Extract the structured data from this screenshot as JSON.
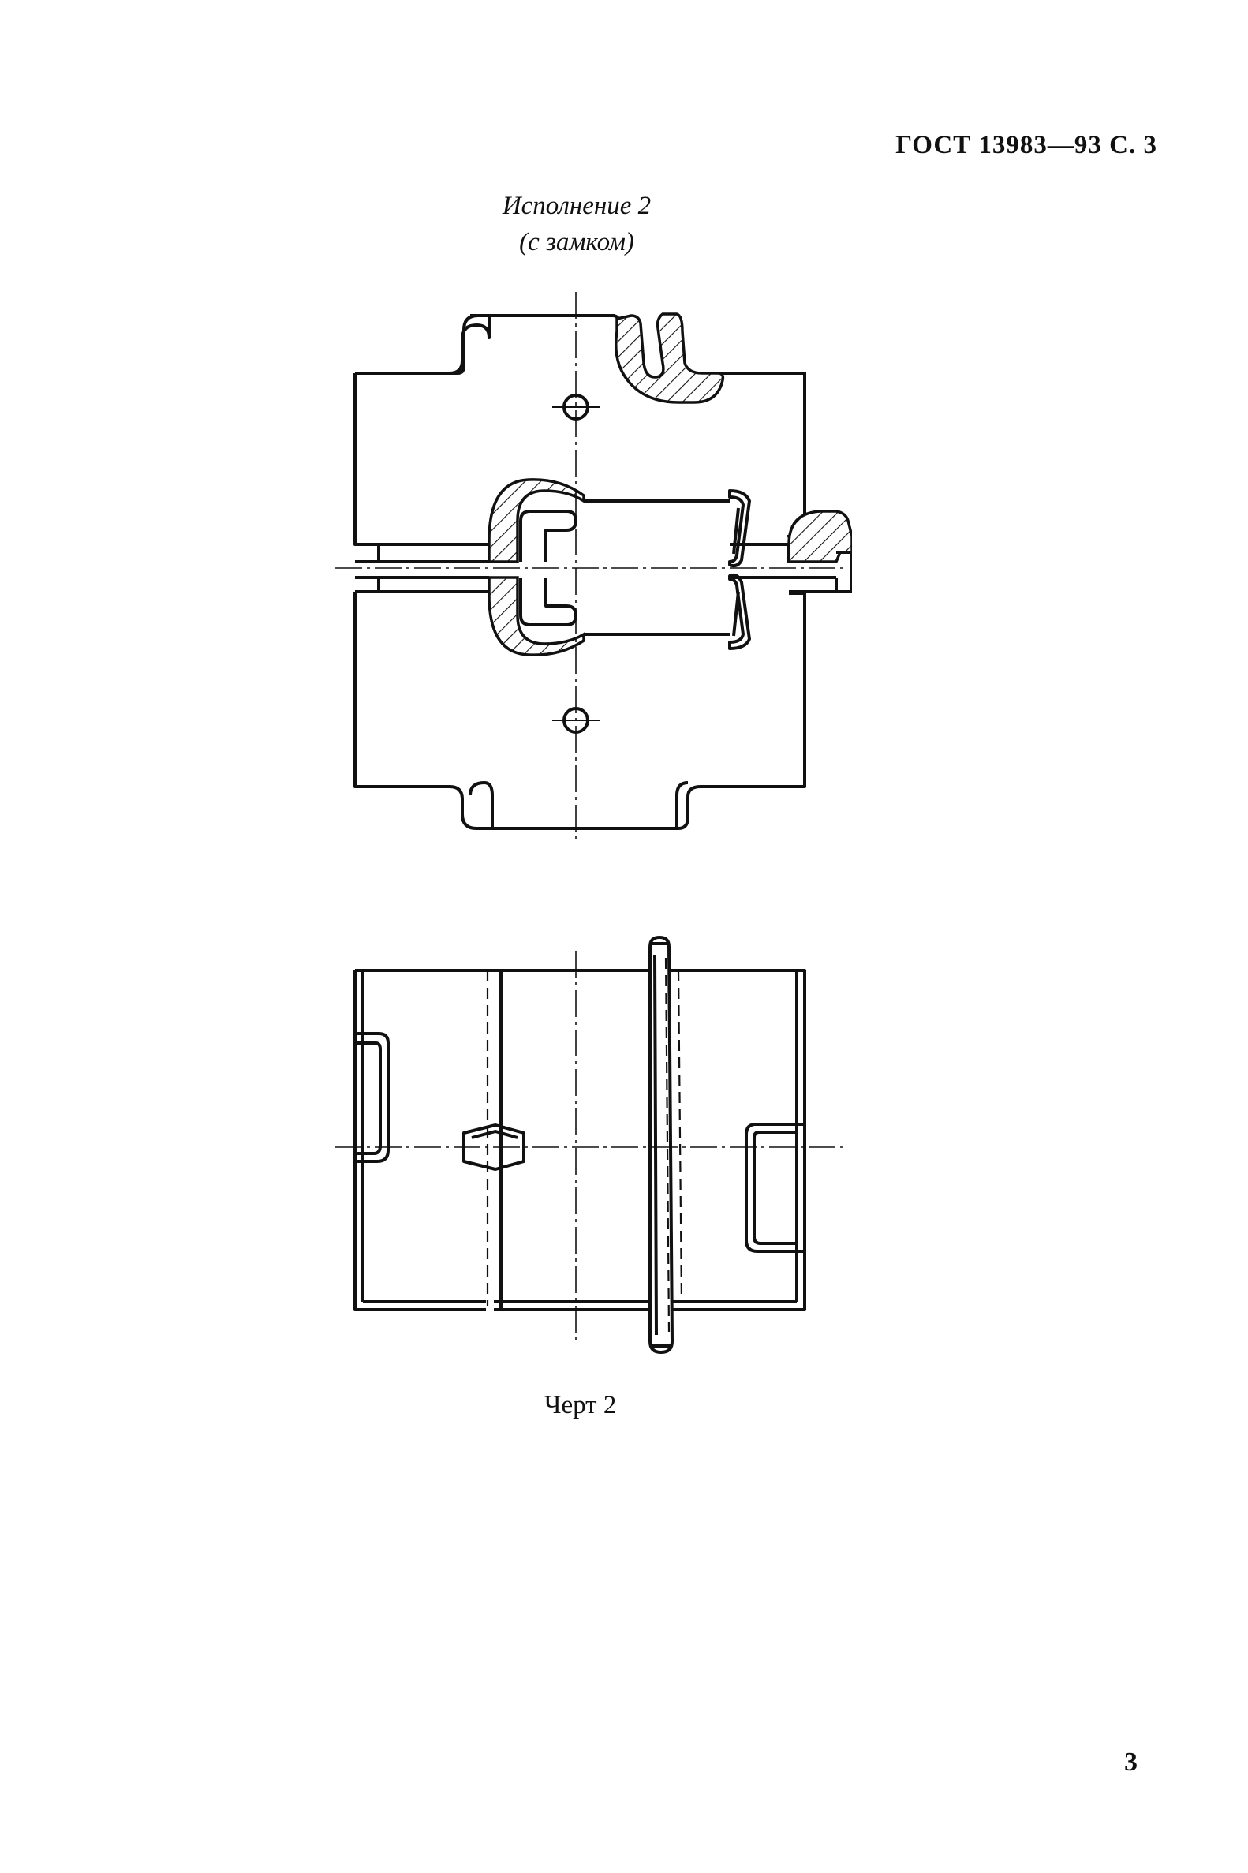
{
  "header": {
    "standard": "ГОСТ 13983—93 С. 3"
  },
  "figure": {
    "variant_line1": "Исполнение 2",
    "variant_line2": "(с замком)",
    "caption": "Черт 2"
  },
  "page": {
    "number": "3"
  }
}
